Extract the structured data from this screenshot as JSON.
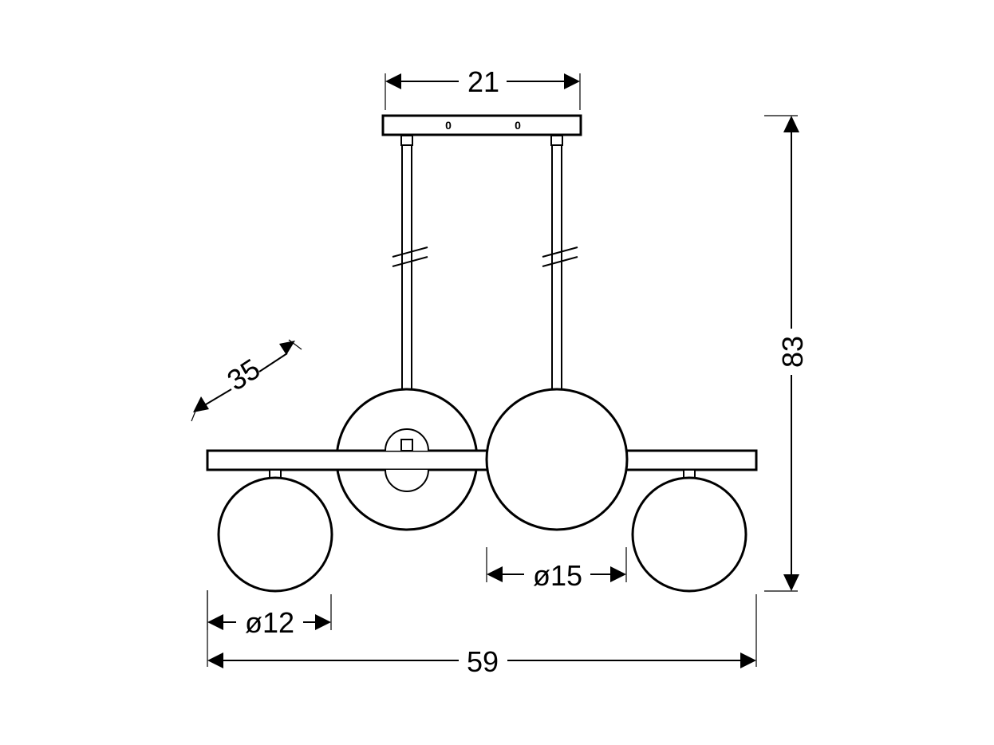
{
  "dimensions": {
    "canopy_width": "21",
    "total_height": "83",
    "depth": "35",
    "total_width": "59",
    "small_globe_diameter": "ø12",
    "large_globe_diameter": "ø15"
  },
  "canopy_marks": [
    "0",
    "0"
  ]
}
